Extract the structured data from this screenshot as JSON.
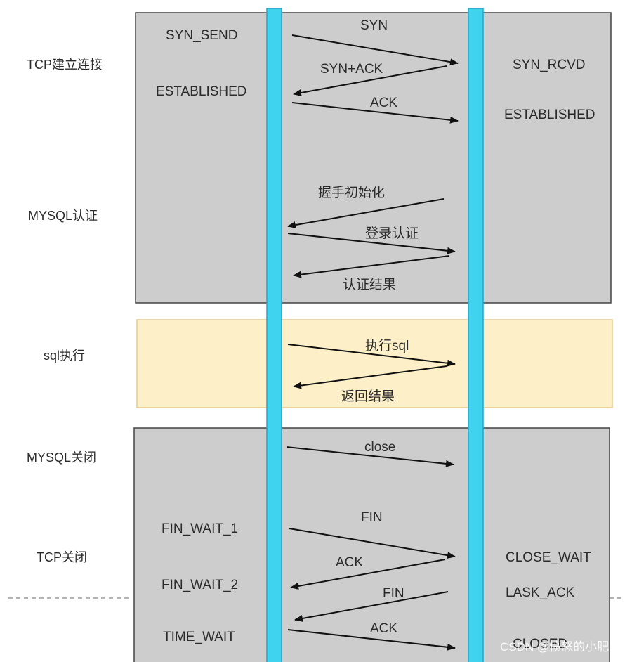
{
  "phases": [
    {
      "label": "TCP建立连接",
      "color": "#cdcdcd"
    },
    {
      "label": "MYSQL认证",
      "color": "#cdcdcd"
    },
    {
      "label": "sql执行",
      "color": "#fdf0c8"
    },
    {
      "label": "MYSQL关闭",
      "color": "#cdcdcd"
    },
    {
      "label": "TCP关闭",
      "color": "#cdcdcd"
    }
  ],
  "client_states": [
    "SYN_SEND",
    "ESTABLISHED",
    "FIN_WAIT_1",
    "FIN_WAIT_2",
    "TIME_WAIT"
  ],
  "server_states": [
    "SYN_RCVD",
    "ESTABLISHED",
    "CLOSE_WAIT",
    "LASK_ACK",
    "CLOSED"
  ],
  "messages": [
    "SYN",
    "SYN+ACK",
    "ACK",
    "握手初始化",
    "登录认证",
    "认证结果",
    "执行sql",
    "返回结果",
    "close",
    "FIN",
    "ACK",
    "FIN",
    "ACK"
  ],
  "watermark": "CSDN @愤怒的小肥",
  "colors": {
    "lifeline": "#3fd3ef",
    "lifeline_border": "#2aa4c4",
    "arrow": "#111111"
  }
}
